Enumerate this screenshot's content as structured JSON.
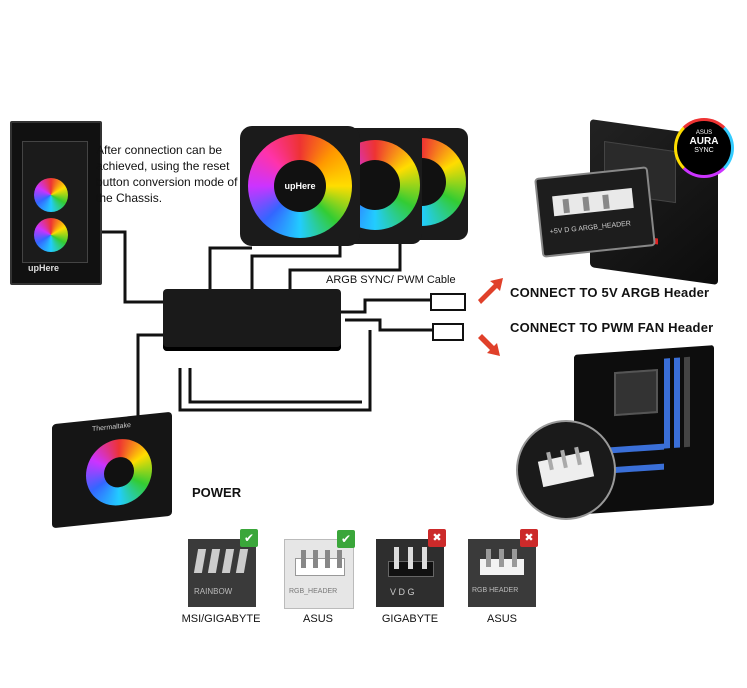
{
  "case_label": "upHere",
  "fan_label": "upHere",
  "note": "After connection can be achieved, using the reset button conversion mode of the Chassis.",
  "cable_label": "ARGB SYNC/ PWM Cable",
  "connect_argb": "CONNECT TO 5V ARGB Header",
  "connect_pwm": "CONNECT TO PWM FAN Header",
  "aura_badge": {
    "line1": "AURA",
    "line2": "SYNC",
    "brand": "ASUS"
  },
  "argb_header_label": "+5V D G ARGB_HEADER",
  "power_label": "POWER",
  "psu_brand": "Thermaltake",
  "connectors": [
    {
      "label": "MSI/GIGABYTE",
      "ok": true,
      "etch": "RAINBOW",
      "ok_mark": "✔"
    },
    {
      "label": "ASUS",
      "ok": true,
      "etch": "RGB_HEADER",
      "ok_mark": "✔"
    },
    {
      "label": "GIGABYTE",
      "ok": false,
      "etch": "V D G",
      "ok_mark": "✖"
    },
    {
      "label": "ASUS",
      "ok": false,
      "etch": "RGB HEADER",
      "ok_mark": "✖"
    }
  ],
  "colors": {
    "ok": "#3aa63a",
    "bad": "#cc2a2a",
    "arrow": "#e0402a",
    "wire": "#111111"
  }
}
